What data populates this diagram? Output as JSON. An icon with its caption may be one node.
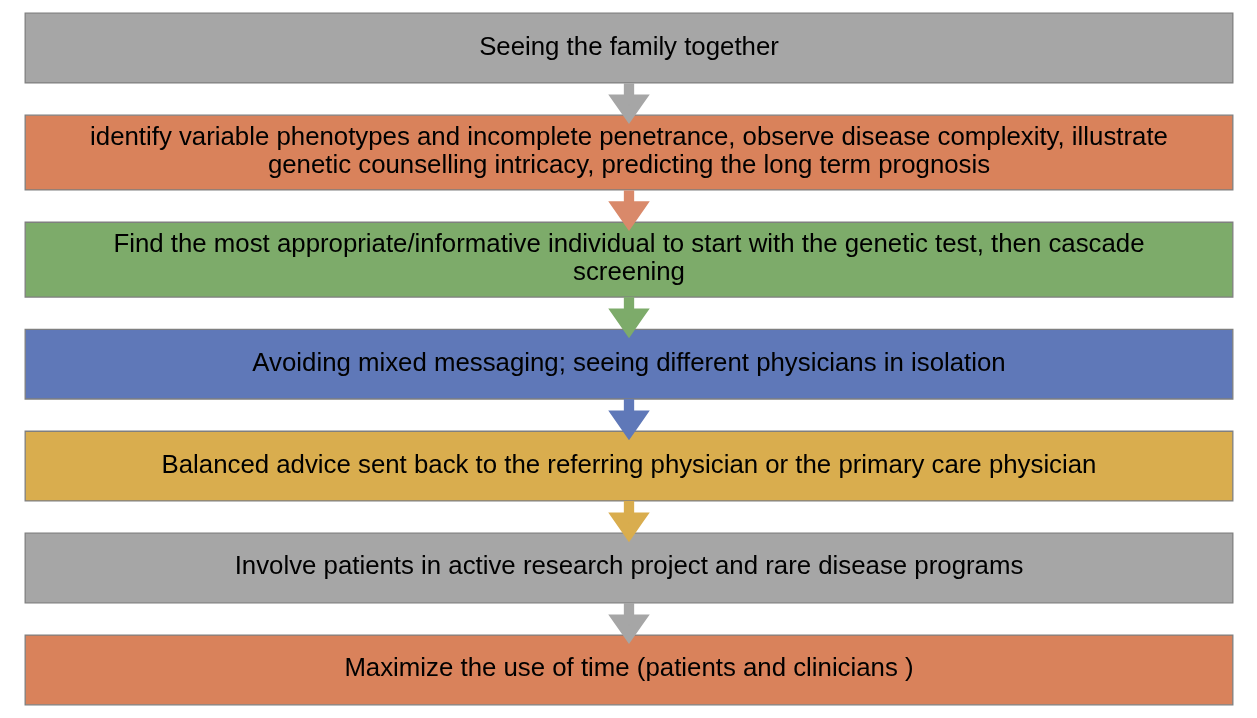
{
  "diagram": {
    "nodes": [
      {
        "text": [
          "Seeing the family together"
        ]
      },
      {
        "text": [
          "identify variable phenotypes and incomplete penetrance, observe disease complexity, illustrate genetic counselling intricacy, predicting the long term prognosis"
        ]
      },
      {
        "text": [
          "Find the most appropriate/informative individual to start with the genetic test, then cascade screening"
        ]
      },
      {
        "text": [
          "Avoiding mixed messaging; seeing different physicians in isolation"
        ]
      },
      {
        "text": [
          "Balanced advice sent back to the referring physician or the primary care physician"
        ]
      },
      {
        "text": [
          "Involve patients in active research project and rare disease programs"
        ]
      },
      {
        "text": [
          "Maximize the use of time (patients and clinicians )"
        ]
      }
    ],
    "edges": [
      {
        "from": 0,
        "to": 1,
        "arrow": "to",
        "color": "#a6a6a6"
      },
      {
        "from": 1,
        "to": 2,
        "arrow": "to",
        "color": "#d9896a"
      },
      {
        "from": 2,
        "to": 3,
        "arrow": "to",
        "color": "#7dab6a"
      },
      {
        "from": 3,
        "to": 4,
        "arrow": "to",
        "color": "#5f78b8"
      },
      {
        "from": 4,
        "to": 5,
        "arrow": "to",
        "color": "#d9ad4e"
      },
      {
        "from": 5,
        "to": 6,
        "arrow": "to",
        "color": "#a6a6a6"
      }
    ]
  }
}
